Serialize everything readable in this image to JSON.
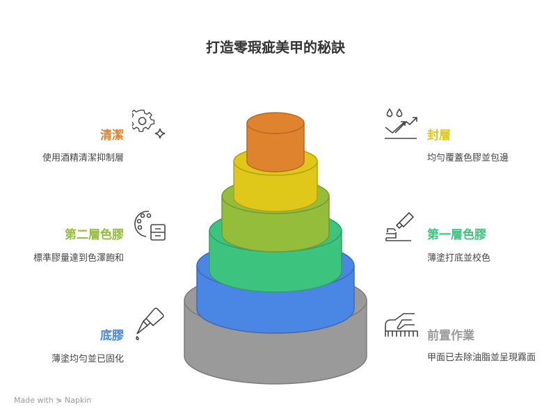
{
  "title": "打造零瑕疵美甲的秘訣",
  "steps": [
    {
      "label": "清潔",
      "desc": "使用酒精清潔抑制層",
      "color": "#E0832E",
      "icon": "gear-sparkle-icon"
    },
    {
      "label": "封層",
      "desc": "均勻覆蓋色膠並包邊",
      "color": "#E0C81A",
      "icon": "drops-arrows-icon"
    },
    {
      "label": "第二層色膠",
      "desc": "標準膠量達到色澤飽和",
      "color": "#93BD3A",
      "icon": "palette-icon"
    },
    {
      "label": "第一層色膠",
      "desc": "薄塗打底並校色",
      "color": "#3CC47F",
      "icon": "tube-brush-icon"
    },
    {
      "label": "底膠",
      "desc": "薄塗均勻並已固化",
      "color": "#4A87E4",
      "icon": "dropper-bottle-icon"
    },
    {
      "label": "前置作業",
      "desc": "甲面已去除油脂並呈現霧面",
      "color": "#9A9A9A",
      "icon": "hand-file-icon"
    }
  ],
  "footer": "Made with ⋟ Napkin"
}
